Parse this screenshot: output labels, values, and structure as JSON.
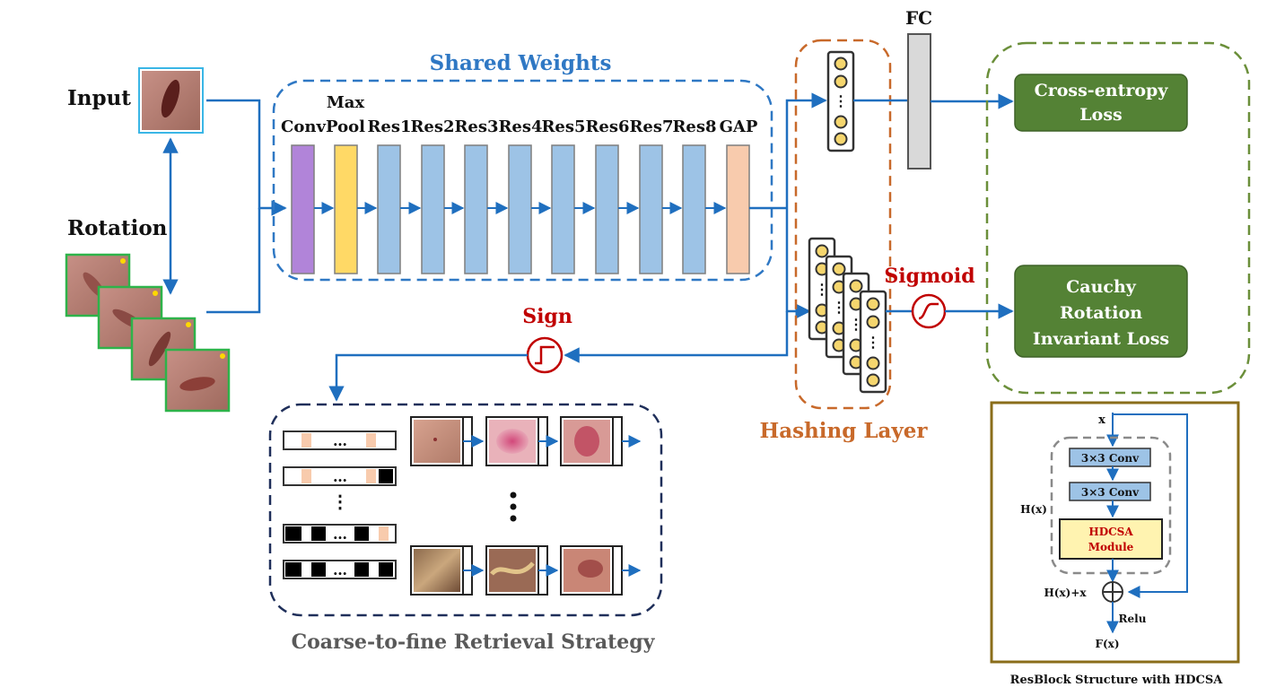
{
  "input": {
    "label": "Input"
  },
  "rotation": {
    "label": "Rotation"
  },
  "shared_weights": {
    "title": "Shared Weights",
    "layers": [
      "Conv",
      "Max Pool",
      "Res1",
      "Res2",
      "Res3",
      "Res4",
      "Res5",
      "Res6",
      "Res7",
      "Res8",
      "GAP"
    ]
  },
  "fc": {
    "label": "FC"
  },
  "hashing": {
    "label": "Hashing Layer"
  },
  "sigmoid": {
    "label": "Sigmoid"
  },
  "sign": {
    "label": "Sign"
  },
  "losses": {
    "cross_entropy": [
      "Cross-entropy",
      "Loss"
    ],
    "cauchy": [
      "Cauchy",
      "Rotation",
      "Invariant Loss"
    ]
  },
  "retrieval": {
    "title": "Coarse-to-fine Retrieval Strategy",
    "ellipsis": "…",
    "vdots": "⋮"
  },
  "resblock": {
    "caption": "ResBlock Structure with HDCSA",
    "x_label": "x",
    "conv1": "3×3 Conv",
    "conv2": "3×3 Conv",
    "hdcsa": [
      "HDCSA",
      "Module"
    ],
    "hx": "H(x)",
    "hx_plus_x": "H(x)+x",
    "relu": "Relu",
    "fx": "F(x)"
  },
  "colors": {
    "arrow_blue": "#1f6fbf",
    "shared_dash": "#2f78c4",
    "hash_dash": "#c8692a",
    "loss_dash": "#6b8f3a",
    "retrieval_dash": "#1f2f5a",
    "loss_green": "#548235",
    "red_label": "#c00000",
    "conv_purple": "#b184d9",
    "pool_yellow": "#ffd966",
    "res_blue": "#9dc3e6",
    "gap_peach": "#f8cbad",
    "fc_gray": "#d9d9d9",
    "node_yellow": "#f5d66e",
    "resblock_border": "#8a6d1a"
  }
}
